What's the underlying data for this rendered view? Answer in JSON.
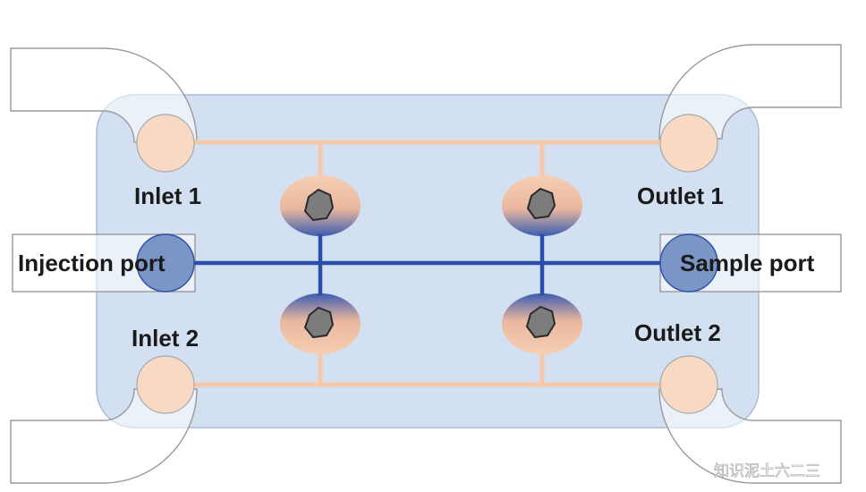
{
  "labels": {
    "inlet1": "Inlet 1",
    "inlet2": "Inlet 2",
    "outlet1": "Outlet 1",
    "outlet2": "Outlet 2",
    "injection_port": "Injection port",
    "sample_port": "Sample port"
  },
  "watermark": "知识泥土六二三",
  "colors": {
    "chip_fill": "#d3e0f2",
    "chip_stroke": "#a9bcd8",
    "tube_fill": "#ffffff",
    "tube_stroke": "#9a9a9a",
    "port_fill": "#f8d9c4",
    "channel_orange": "#f5c9a8",
    "channel_blue": "#2b4ea8",
    "blue_port": "#7b95c6",
    "particle": "#7c7c7c"
  }
}
